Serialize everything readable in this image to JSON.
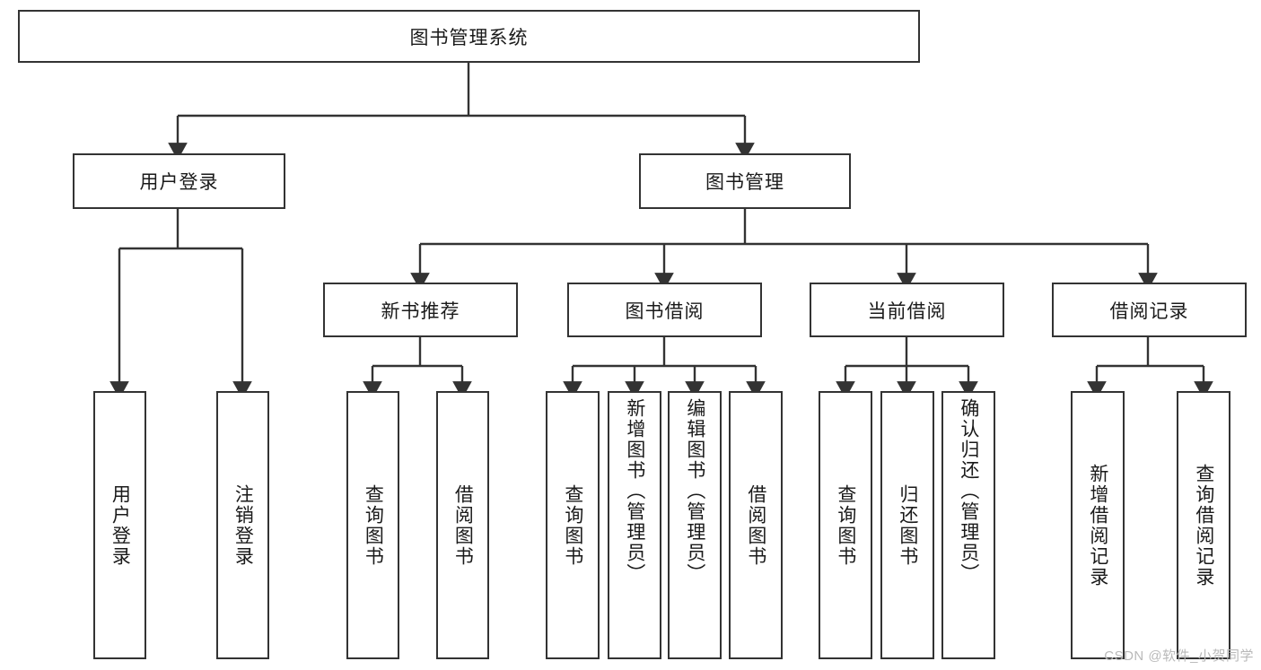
{
  "diagram": {
    "type": "tree",
    "root": {
      "id": "root",
      "label": "图书管理系统"
    },
    "level2": [
      {
        "id": "user-login",
        "label": "用户登录"
      },
      {
        "id": "book-manage",
        "label": "图书管理"
      }
    ],
    "level3": [
      {
        "id": "new-book-rec",
        "label": "新书推荐",
        "parent": "book-manage"
      },
      {
        "id": "book-borrow",
        "label": "图书借阅",
        "parent": "book-manage"
      },
      {
        "id": "current-borrow",
        "label": "当前借阅",
        "parent": "book-manage"
      },
      {
        "id": "borrow-record",
        "label": "借阅记录",
        "parent": "book-manage"
      }
    ],
    "leaves": [
      {
        "id": "leaf-user-login",
        "label": "用户登录",
        "parent": "user-login"
      },
      {
        "id": "leaf-logout",
        "label": "注销登录",
        "parent": "user-login"
      },
      {
        "id": "leaf-query-book-1",
        "label": "查询图书",
        "parent": "new-book-rec"
      },
      {
        "id": "leaf-borrow-book-1",
        "label": "借阅图书",
        "parent": "new-book-rec"
      },
      {
        "id": "leaf-query-book-2",
        "label": "查询图书",
        "parent": "book-borrow"
      },
      {
        "id": "leaf-add-book",
        "label": "新增图书（管理员）",
        "parent": "book-borrow"
      },
      {
        "id": "leaf-edit-book",
        "label": "编辑图书（管理员）",
        "parent": "book-borrow"
      },
      {
        "id": "leaf-borrow-book-2",
        "label": "借阅图书",
        "parent": "book-borrow"
      },
      {
        "id": "leaf-query-book-3",
        "label": "查询图书",
        "parent": "current-borrow"
      },
      {
        "id": "leaf-return-book",
        "label": "归还图书",
        "parent": "current-borrow"
      },
      {
        "id": "leaf-confirm-return",
        "label": "确认归还（管理员）",
        "parent": "current-borrow"
      },
      {
        "id": "leaf-add-record",
        "label": "新增借阅记录",
        "parent": "borrow-record"
      },
      {
        "id": "leaf-query-record",
        "label": "查询借阅记录",
        "parent": "borrow-record"
      }
    ],
    "colors": {
      "box_border": "#333333",
      "box_fill": "#ffffff",
      "connector": "#333333",
      "text": "#1a1a1a",
      "watermark": "#b9b9b9"
    }
  },
  "watermark": {
    "text": "CSDN @软件_小贺同学"
  }
}
